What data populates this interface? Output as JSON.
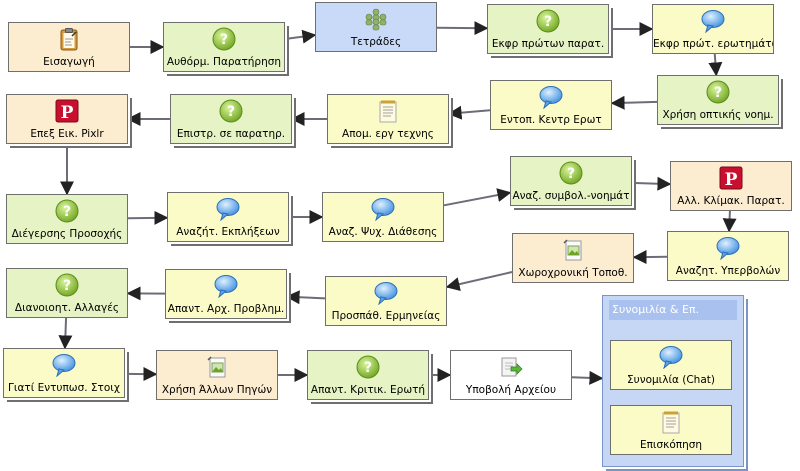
{
  "colors": {
    "cream": "#fcecd0",
    "green": "#e6f3c4",
    "yellow": "#fbfbc8",
    "blue": "#c9daf8",
    "lavender": "#e8e4f4",
    "group": "#c6d6f5",
    "edge": "#333333"
  },
  "group": {
    "title": "Συνομιλία & Επ."
  },
  "nodes": [
    {
      "id": "n1",
      "label": "Εισαγωγή",
      "icon": "clipboard-icon",
      "color": "cream",
      "stacked": false
    },
    {
      "id": "n2",
      "label": "Αυθόρμ. Παρατήρηση",
      "icon": "question-icon",
      "color": "green",
      "stacked": true
    },
    {
      "id": "n3",
      "label": "Τετράδες",
      "icon": "group-icon",
      "color": "blue",
      "stacked": false
    },
    {
      "id": "n4",
      "label": "Εκφρ πρώτων παρατ.",
      "icon": "question-icon",
      "color": "green",
      "stacked": true
    },
    {
      "id": "n5",
      "label": "Εκφρ πρώτ. ερωτημάτων",
      "icon": "chat-bubble-icon",
      "color": "yellow",
      "stacked": false
    },
    {
      "id": "n6",
      "label": "Χρήση οπτικής νοημ.",
      "icon": "question-icon",
      "color": "green",
      "stacked": true
    },
    {
      "id": "n7",
      "label": "Εντοπ. Κεντρ Ερωτ",
      "icon": "chat-bubble-icon",
      "color": "yellow",
      "stacked": false
    },
    {
      "id": "n8",
      "label": "Απομ. εργ τεχνης",
      "icon": "notepad-icon",
      "color": "yellow",
      "stacked": true
    },
    {
      "id": "n9",
      "label": "Επιστρ. σε παρατηρ.",
      "icon": "question-icon",
      "color": "green",
      "stacked": true
    },
    {
      "id": "n10",
      "label": "Επεξ Εικ. Pixlr",
      "icon": "pixlr-icon",
      "color": "cream",
      "stacked": true
    },
    {
      "id": "n11",
      "label": "Διέγερσης Προσοχής",
      "icon": "question-icon",
      "color": "green",
      "stacked": false
    },
    {
      "id": "n12",
      "label": "Αναζήτ. Εκπλήξεων",
      "icon": "chat-bubble-icon",
      "color": "yellow",
      "stacked": true
    },
    {
      "id": "n13",
      "label": "Αναζ. Ψυχ. Διάθεσης",
      "icon": "chat-bubble-icon",
      "color": "yellow",
      "stacked": false
    },
    {
      "id": "n14",
      "label": "Αναζ. συμβολ.-νοημάτ",
      "icon": "question-icon",
      "color": "green",
      "stacked": true
    },
    {
      "id": "n15",
      "label": "Αλλ. Κλίμακ. Παρατ.",
      "icon": "pixlr-icon",
      "color": "cream",
      "stacked": false
    },
    {
      "id": "n16",
      "label": "Αναζητ. Υπερβολών",
      "icon": "chat-bubble-icon",
      "color": "yellow",
      "stacked": false
    },
    {
      "id": "n17",
      "label": "Χωροχρονική Τοποθ.",
      "icon": "image-icon",
      "color": "cream",
      "stacked": false
    },
    {
      "id": "n18",
      "label": "Προσπάθ. Ερμηνείας",
      "icon": "chat-bubble-icon",
      "color": "yellow",
      "stacked": false
    },
    {
      "id": "n19",
      "label": "Απαντ. Αρχ. Προβλημ.",
      "icon": "chat-bubble-icon",
      "color": "yellow",
      "stacked": true
    },
    {
      "id": "n20",
      "label": "Διανοιοητ. Αλλαγές",
      "icon": "question-icon",
      "color": "green",
      "stacked": false
    },
    {
      "id": "n21",
      "label": "Γιατί Εντυπωσ. Στοιχ",
      "icon": "chat-bubble-icon",
      "color": "yellow",
      "stacked": true
    },
    {
      "id": "n22",
      "label": "Χρήση Άλλων Πηγών",
      "icon": "image-icon",
      "color": "cream",
      "stacked": false
    },
    {
      "id": "n23",
      "label": "Απαντ. Κριτικ. Ερωτή",
      "icon": "question-icon",
      "color": "green",
      "stacked": true
    },
    {
      "id": "n24",
      "label": "Υποβολή Αρχείου",
      "icon": "file-upload-icon",
      "color": "lavender",
      "stacked": false
    },
    {
      "id": "n25",
      "label": "Συνομιλία (Chat)",
      "icon": "chat-bubble-icon",
      "color": "yellow",
      "stacked": false
    },
    {
      "id": "n26",
      "label": "Επισκόπηση",
      "icon": "notepad-icon",
      "color": "yellow",
      "stacked": false
    }
  ],
  "edges": [
    [
      "n1",
      "n2"
    ],
    [
      "n2",
      "n3"
    ],
    [
      "n3",
      "n4"
    ],
    [
      "n4",
      "n5"
    ],
    [
      "n5",
      "n6"
    ],
    [
      "n6",
      "n7"
    ],
    [
      "n7",
      "n8"
    ],
    [
      "n8",
      "n9"
    ],
    [
      "n9",
      "n10"
    ],
    [
      "n10",
      "n11"
    ],
    [
      "n11",
      "n12"
    ],
    [
      "n12",
      "n13"
    ],
    [
      "n13",
      "n14"
    ],
    [
      "n14",
      "n15"
    ],
    [
      "n15",
      "n16"
    ],
    [
      "n16",
      "n17"
    ],
    [
      "n17",
      "n18"
    ],
    [
      "n18",
      "n19"
    ],
    [
      "n19",
      "n20"
    ],
    [
      "n20",
      "n21"
    ],
    [
      "n21",
      "n22"
    ],
    [
      "n22",
      "n23"
    ],
    [
      "n23",
      "n24"
    ],
    [
      "n24",
      "group"
    ]
  ]
}
